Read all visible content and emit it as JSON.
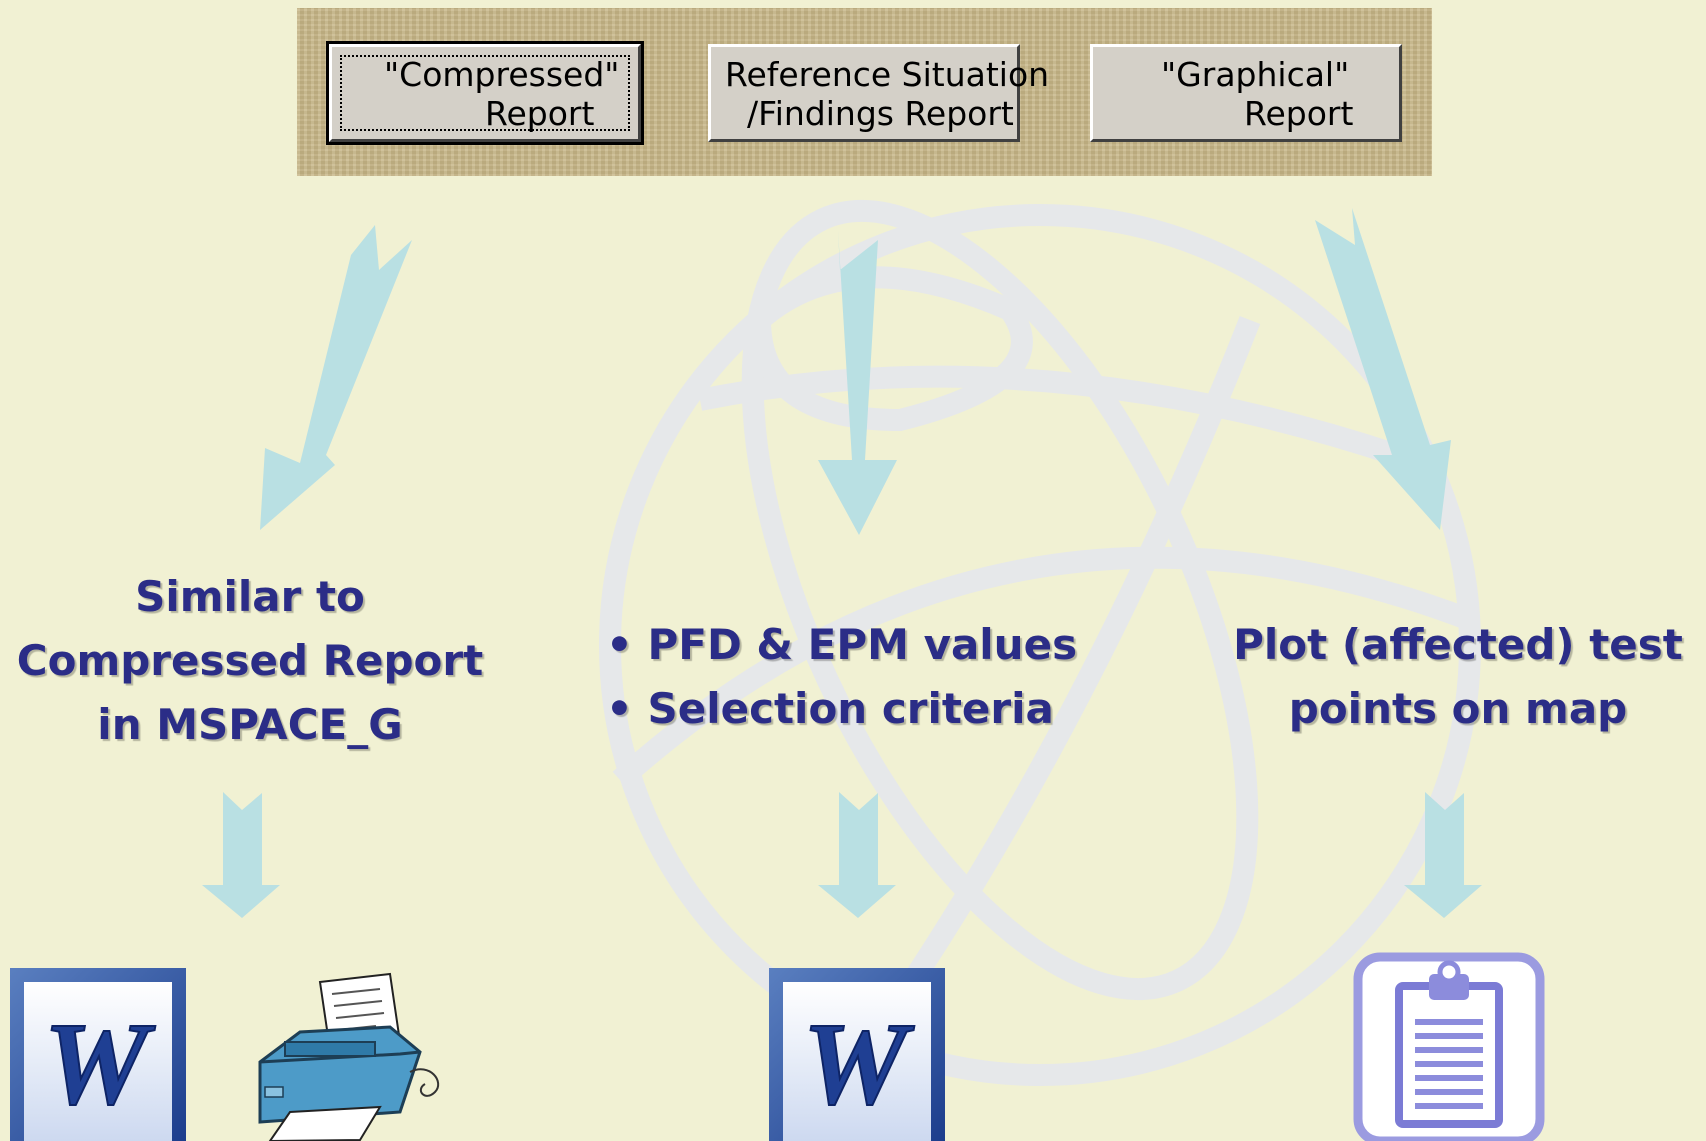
{
  "buttons": [
    {
      "line1": "\"Compressed\"",
      "line2": "Report"
    },
    {
      "line1": "Reference Situation",
      "line2": "/Findings Report"
    },
    {
      "line1": "\"Graphical\"",
      "line2": "Report"
    }
  ],
  "captions": {
    "left": [
      "Similar to",
      "Compressed Report",
      "in MSPACE_G"
    ],
    "middle": [
      "PFD & EPM values",
      "Selection criteria"
    ],
    "right": [
      "Plot (affected) test",
      "points on map"
    ]
  },
  "icons": {
    "left": [
      "word-icon",
      "printer-icon"
    ],
    "middle": [
      "word-icon"
    ],
    "right": [
      "clipboard-icon"
    ]
  },
  "colors": {
    "background": "#f1f1d3",
    "arrow": "#b9e0e3",
    "text": "#2b2d87",
    "globe": "#e9eaeb"
  }
}
